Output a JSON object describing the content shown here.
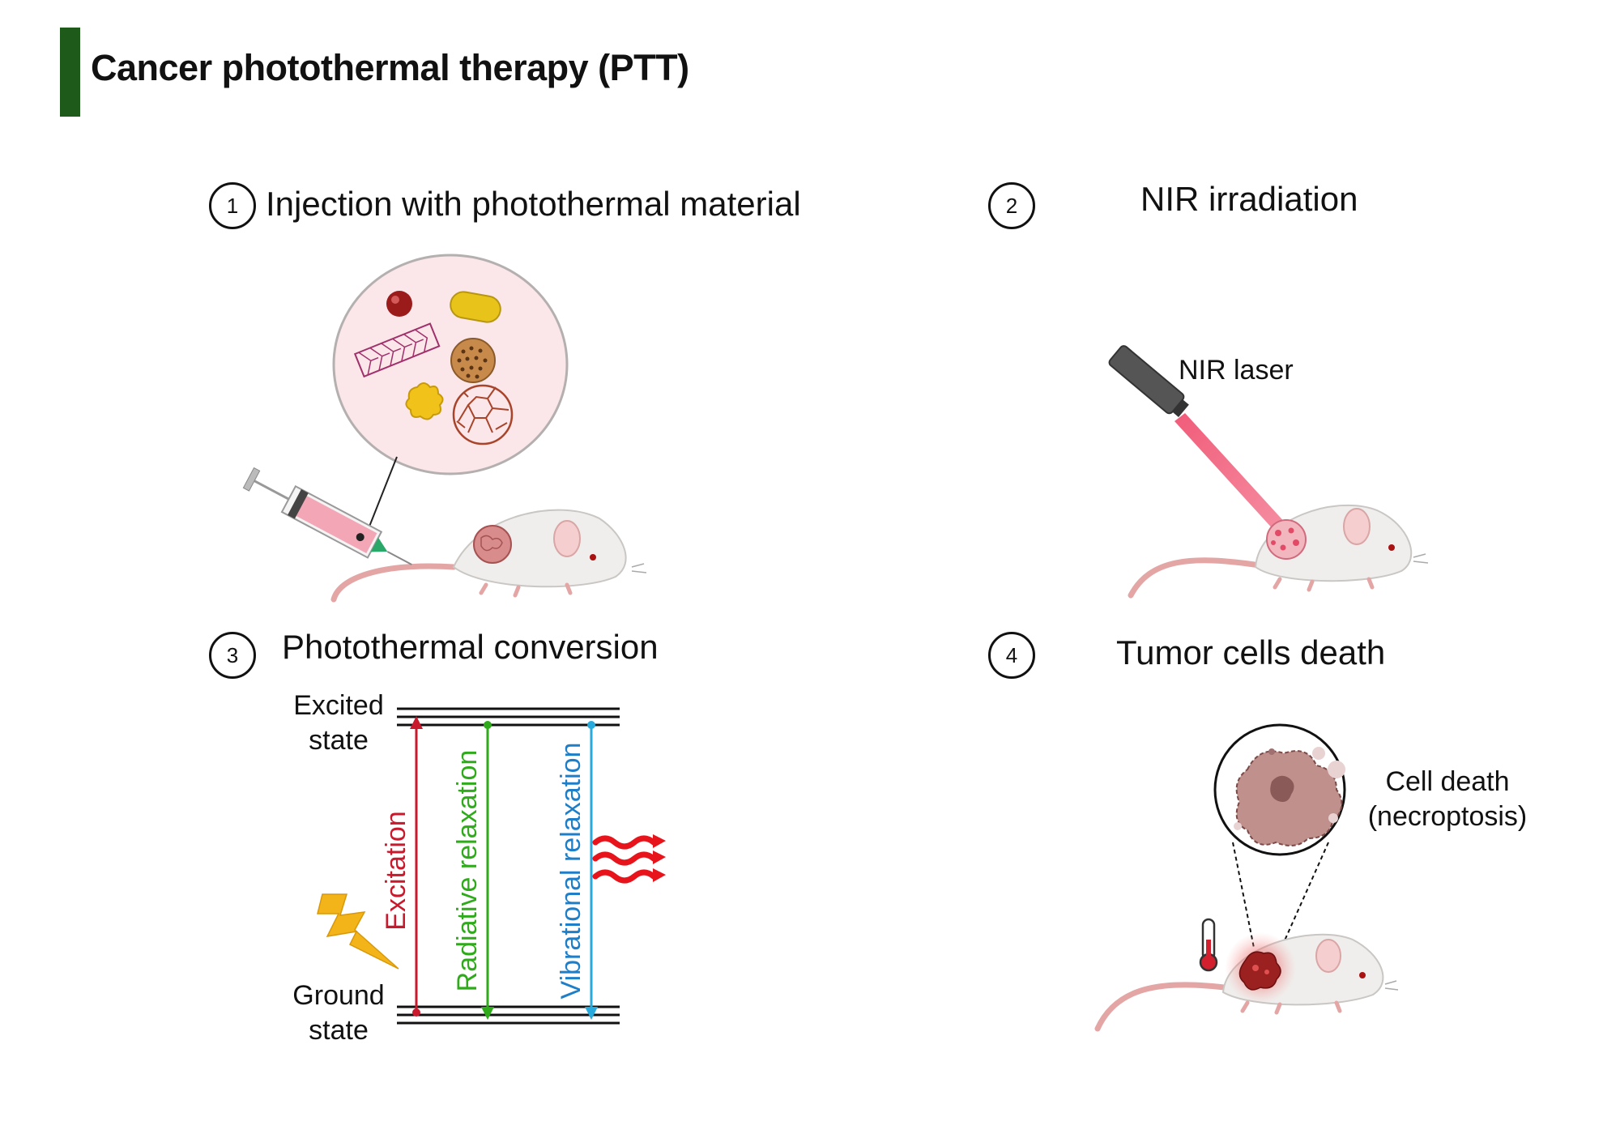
{
  "title": "Cancer photothermal therapy (PTT)",
  "steps": [
    {
      "number": "1",
      "label": "Injection with photothermal material"
    },
    {
      "number": "2",
      "label": "NIR irradiation"
    },
    {
      "number": "3",
      "label": "Photothermal conversion"
    },
    {
      "number": "4",
      "label": "Tumor cells death"
    }
  ],
  "step2": {
    "laser_label": "NIR laser"
  },
  "step3": {
    "excited_state": [
      "Excited",
      "state"
    ],
    "ground_state": [
      "Ground",
      "state"
    ],
    "excitation": "Excitation",
    "radiative": "Radiative relaxation",
    "vibrational": "Vibrational relaxation"
  },
  "step4": {
    "cell_death": [
      "Cell death",
      "(necroptosis)"
    ]
  },
  "colors": {
    "title_bar": "#1e5a1a",
    "excitation": "#c8192d",
    "radiative": "#2eaa1a",
    "vibrational": "#28aadc",
    "heat": "#e8141c",
    "lightning": "#f2b418",
    "laser_beam": "#ef4a6a",
    "tumor": "#d98c8c"
  },
  "icons": [
    "syringe-icon",
    "mouse-icon",
    "nanoparticle-icon",
    "laser-pointer-icon",
    "thermometer-icon",
    "lightning-icon",
    "heat-wave-icon",
    "dead-cell-icon"
  ]
}
